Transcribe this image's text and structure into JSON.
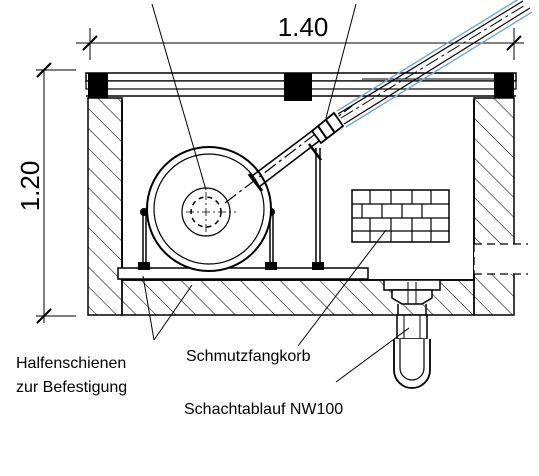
{
  "dimensions": {
    "width": "1.40",
    "height": "1.20"
  },
  "labels": {
    "rails_line1": "Halfenschienen",
    "rails_line2": "zur Befestigung",
    "basket": "Schmutzfangkorb",
    "drain": "Schachtablauf NW100"
  }
}
